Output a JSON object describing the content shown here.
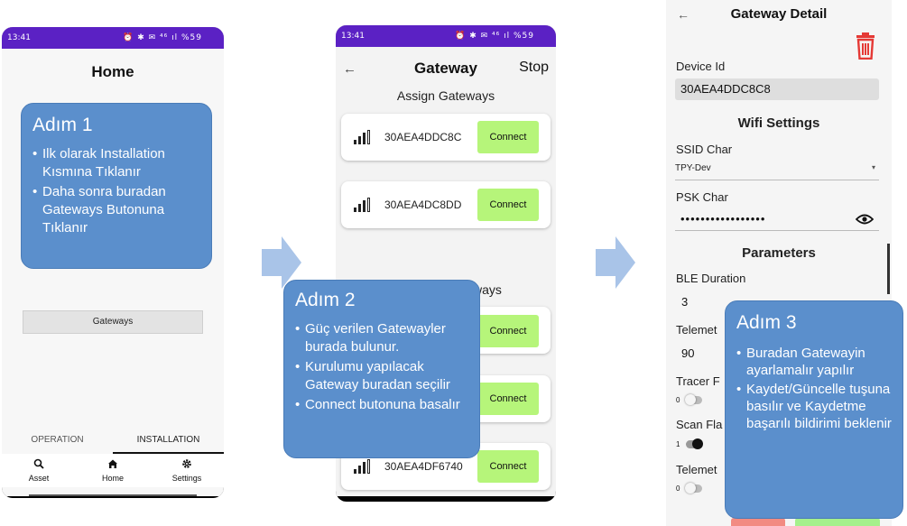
{
  "colors": {
    "statusbar": "#5b21c4",
    "callout": "#5b8fcc",
    "connect": "#b6f57a",
    "delete": "#e53935",
    "arrow": "#a9c4e8"
  },
  "phone1": {
    "status_time": "13:41",
    "status_icons": "⏰ ✱ ✉ ⁴⁶ ıl %59",
    "title": "Home",
    "gateways_button": "Gateways",
    "tab_operation": "OPERATION",
    "tab_installation": "INSTALLATION",
    "nav": [
      {
        "label": "Asset",
        "icon": "search-icon"
      },
      {
        "label": "Home",
        "icon": "home-icon"
      },
      {
        "label": "Settings",
        "icon": "gear-icon"
      }
    ]
  },
  "callout1": {
    "title": "Adım 1",
    "items": [
      "Ilk olarak Installation Kısmına Tıklanır",
      "Daha sonra buradan Gateways Butonuna Tıklanır"
    ]
  },
  "phone2": {
    "status_time": "13:41",
    "status_icons": "⏰ ✱ ✉ ⁴⁶ ıl %59",
    "title": "Gateway",
    "stop_label": "Stop",
    "subtitle": "Assign Gateways",
    "second_section_partial": "ways",
    "gateways": [
      {
        "id": "30AEA4DDC8C",
        "button": "Connect"
      },
      {
        "id": "30AEA4DC8DD",
        "button": "Connect"
      },
      {
        "id": "",
        "button": "Connect"
      },
      {
        "id": "",
        "button": "Connect"
      },
      {
        "id": "30AEA4DF6740",
        "button": "Connect"
      }
    ]
  },
  "callout2": {
    "title": "Adım 2",
    "items": [
      "Güç verilen Gatewayler burada bulunur.",
      "Kurulumu yapılacak Gateway buradan seçilir",
      "Connect butonuna basalır"
    ]
  },
  "phone3": {
    "title": "Gateway Detail",
    "device_id_label": "Device Id",
    "device_id_value": "30AEA4DDC8C8",
    "wifi_title": "Wifi Settings",
    "ssid_label": "SSID Char",
    "ssid_value": "TPY-Dev",
    "psk_label": "PSK Char",
    "psk_value": "•••••••••••••••••",
    "params_title": "Parameters",
    "ble_label": "BLE Duration",
    "ble_value": "3",
    "telemetry_label": "Telemet",
    "telemetry_value": "90",
    "tracer_label": "Tracer F",
    "tracer_value": "0",
    "scan_label": "Scan Fla",
    "scan_value": "1",
    "telemetry2_label": "Telemet",
    "telemetry2_value": "0"
  },
  "callout3": {
    "title": "Adım 3",
    "items": [
      "Buradan Gatewayin ayarlamalır yapılır",
      "Kaydet/Güncelle tuşuna basılır ve Kaydetme başarılı bildirimi beklenir"
    ]
  }
}
